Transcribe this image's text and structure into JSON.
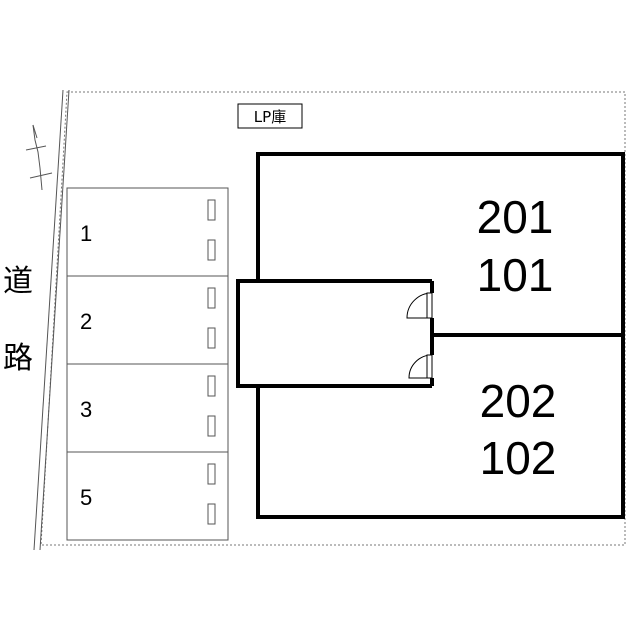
{
  "road": {
    "label_top": "道",
    "label_bottom": "路"
  },
  "lp_storage": {
    "label": "LP庫"
  },
  "parking": {
    "slots": [
      {
        "number": "1"
      },
      {
        "number": "2"
      },
      {
        "number": "3"
      },
      {
        "number": "5"
      }
    ]
  },
  "building": {
    "units_upper": {
      "floor2": "201",
      "floor1": "101"
    },
    "units_lower": {
      "floor2": "202",
      "floor1": "102"
    }
  }
}
